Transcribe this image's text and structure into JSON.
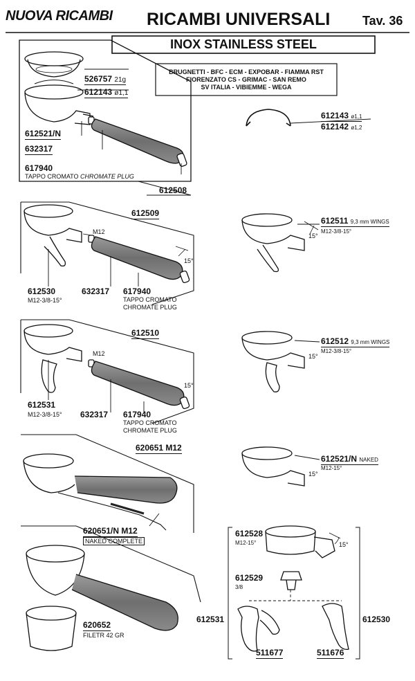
{
  "header": {
    "logo": "NUOVA RICAMBI",
    "title": "RICAMBI UNIVERSALI",
    "table": "Tav. 36",
    "subtitle": "INOX STAINLESS STEEL"
  },
  "brands": [
    "BRUGNETTI - BFC - ECM - EXPOBAR - FIAMMA RST",
    "FIORENZATO CS - GRIMAC - SAN REMO",
    "SV ITALIA - VIBIEMME - WEGA"
  ],
  "box1": {
    "p1": {
      "code": "526757",
      "note": "21g"
    },
    "p2": {
      "code": "612143",
      "note": "ø1,1"
    },
    "p3": {
      "code": "612521/N"
    },
    "p4": {
      "code": "632317"
    },
    "p5": {
      "code": "617940"
    },
    "caption": "TAPPO CROMATO",
    "caption_it": "CHROMATE PLUG",
    "assembly": "612508"
  },
  "clip": {
    "a": {
      "code": "612143",
      "note": "ø1,1"
    },
    "b": {
      "code": "612142",
      "note": "ø1,2"
    }
  },
  "set2": {
    "assembly": "612509",
    "m12": "M12",
    "body": {
      "code": "612530",
      "note": "M12-3/8-15°"
    },
    "handle": "632317",
    "plug": "617940",
    "plug_cap1": "TAPPO CROMATO",
    "plug_cap2": "CHROMATE PLUG",
    "angle": "15°"
  },
  "right1": {
    "code": "612511",
    "wing": "9,3 mm WINGS",
    "note": "M12-3/8-15°",
    "angle": "15°"
  },
  "set3": {
    "assembly": "612510",
    "m12": "M12",
    "body": {
      "code": "612531",
      "note": "M12-3/8-15°"
    },
    "handle": "632317",
    "plug": "617940",
    "plug_cap1": "TAPPO CROMATO",
    "plug_cap2": "CHROMATE PLUG",
    "angle": "15°"
  },
  "right2": {
    "code": "612512",
    "wing": "9,3 mm WINGS",
    "note": "M12-3/8-15°",
    "angle": "15°"
  },
  "set4": {
    "assembly": "620651 M12",
    "naked_code": "620651/N M12",
    "naked_cap": "NAKED COMPLETE"
  },
  "right3": {
    "code": "612521/N",
    "tag": "NAKED",
    "note": "M12-15°",
    "angle": "15°"
  },
  "set5": {
    "filter_code": "620652",
    "filter_cap": "FILETR 42 GR"
  },
  "exploded": {
    "top": {
      "code": "612528",
      "note": "M12-15°"
    },
    "angle": "15°",
    "mid": {
      "code": "612529",
      "note": "3/8"
    },
    "left": "612531",
    "right": "612530",
    "spout_l": "511677",
    "spout_r": "511676"
  }
}
